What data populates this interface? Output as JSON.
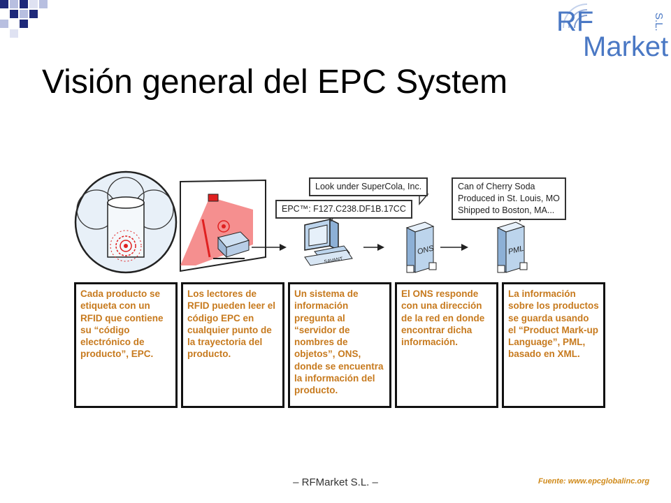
{
  "slide": {
    "title": "Visión general del EPC System",
    "footer": "– RFMarket S.L. –",
    "source": "Fuente: www.epcglobalinc.org"
  },
  "logo": {
    "part1": "RF",
    "part2": "Market",
    "part3": "S.L."
  },
  "diagram": {
    "bubbles": [
      {
        "text": "EPC™: F127.C238.DF1B.17CC"
      },
      {
        "text": "Look under SuperCola, Inc."
      },
      {
        "lines": [
          "Can of Cherry Soda",
          "Produced in St. Louis, MO",
          "Shipped to Boston, MA..."
        ]
      }
    ],
    "server_labels": [
      "ONS",
      "PML"
    ],
    "computer_label": "SAVANT"
  },
  "steps": [
    {
      "text": "Cada producto se etiqueta con un RFID que contiene su “código electrónico de producto”, EPC."
    },
    {
      "text": "Los lectores de RFID pueden leer el código EPC en cualquier punto de la trayectoria del producto."
    },
    {
      "text": "Un sistema de información pregunta al “servidor de nombres de objetos”, ONS, donde se encuentra la información del producto."
    },
    {
      "text": "El ONS responde con una dirección de la red en donde encontrar dicha información."
    },
    {
      "text": "La información sobre los productos se guarda usando el “Product Mark-up Language”, PML, basado en XML."
    }
  ],
  "colors": {
    "accent_blue": "#1f2a7a",
    "text_orange": "#c77a1e",
    "reader_red": "#e02020",
    "logo_blue": "#4a78c4"
  }
}
